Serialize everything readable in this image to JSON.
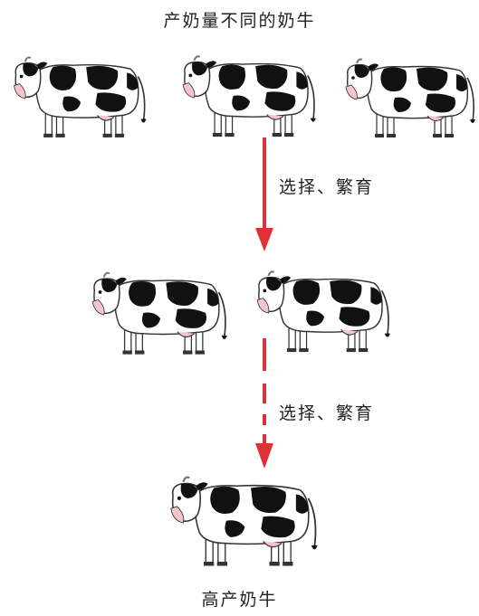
{
  "title": "产奶量不同的奶牛",
  "step1_label": "选择、繁育",
  "step2_label": "选择、繁育",
  "result_label": "高产奶牛",
  "arrow_color": "#e03236"
}
